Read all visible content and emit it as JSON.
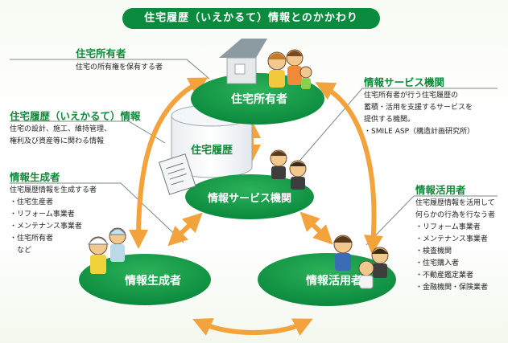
{
  "title": "住宅履歴（いえかるて）情報とのかかわり",
  "nodes": {
    "owner": "住宅所有者",
    "service": "情報サービス機関",
    "generator": "情報生成者",
    "user": "情報活用者",
    "database": "住宅履歴"
  },
  "callouts": {
    "owner": {
      "heading": "住宅所有者",
      "lines": [
        "住宅の所有権を保有する者"
      ]
    },
    "history": {
      "heading": "住宅履歴（いえかるて）情報",
      "lines": [
        "住宅の設計、施工、維持管理、",
        "権利及び資産等に関わる情報"
      ]
    },
    "generator": {
      "heading": "情報生成者",
      "lines": [
        "住宅履歴情報を生成する者",
        "・住宅生産者",
        "・リフォーム事業者",
        "・メンテナンス事業者",
        "・住宅所有者",
        "　など"
      ]
    },
    "service": {
      "heading": "情報サービス機関",
      "lines": [
        "住宅所有者が行う住宅履歴の",
        "蓄積・活用を支援するサービスを",
        "提供する機関。",
        "・SMILE ASP（構造計画研究所）"
      ]
    },
    "user": {
      "heading": "情報活用者",
      "lines": [
        "住宅履歴情報を活用して",
        "何らかの行為を行なう者",
        "・リフォーム事業者",
        "・メンテナンス事業者",
        "・検査機関",
        "・住宅購入者",
        "・不動産鑑定業者",
        "・金融機関・保険業者"
      ]
    }
  },
  "colors": {
    "green": "#0b8b3e",
    "heading_green": "#0e8a3a",
    "arrow_orange": "#f3a33c"
  }
}
